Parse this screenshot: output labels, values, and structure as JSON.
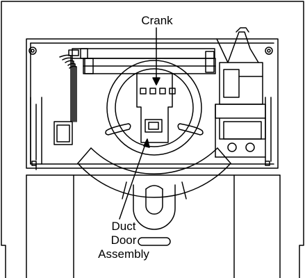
{
  "labels": {
    "crank": "Crank",
    "duct_door_assembly": [
      "Duct",
      "Door",
      "Assembly"
    ]
  }
}
